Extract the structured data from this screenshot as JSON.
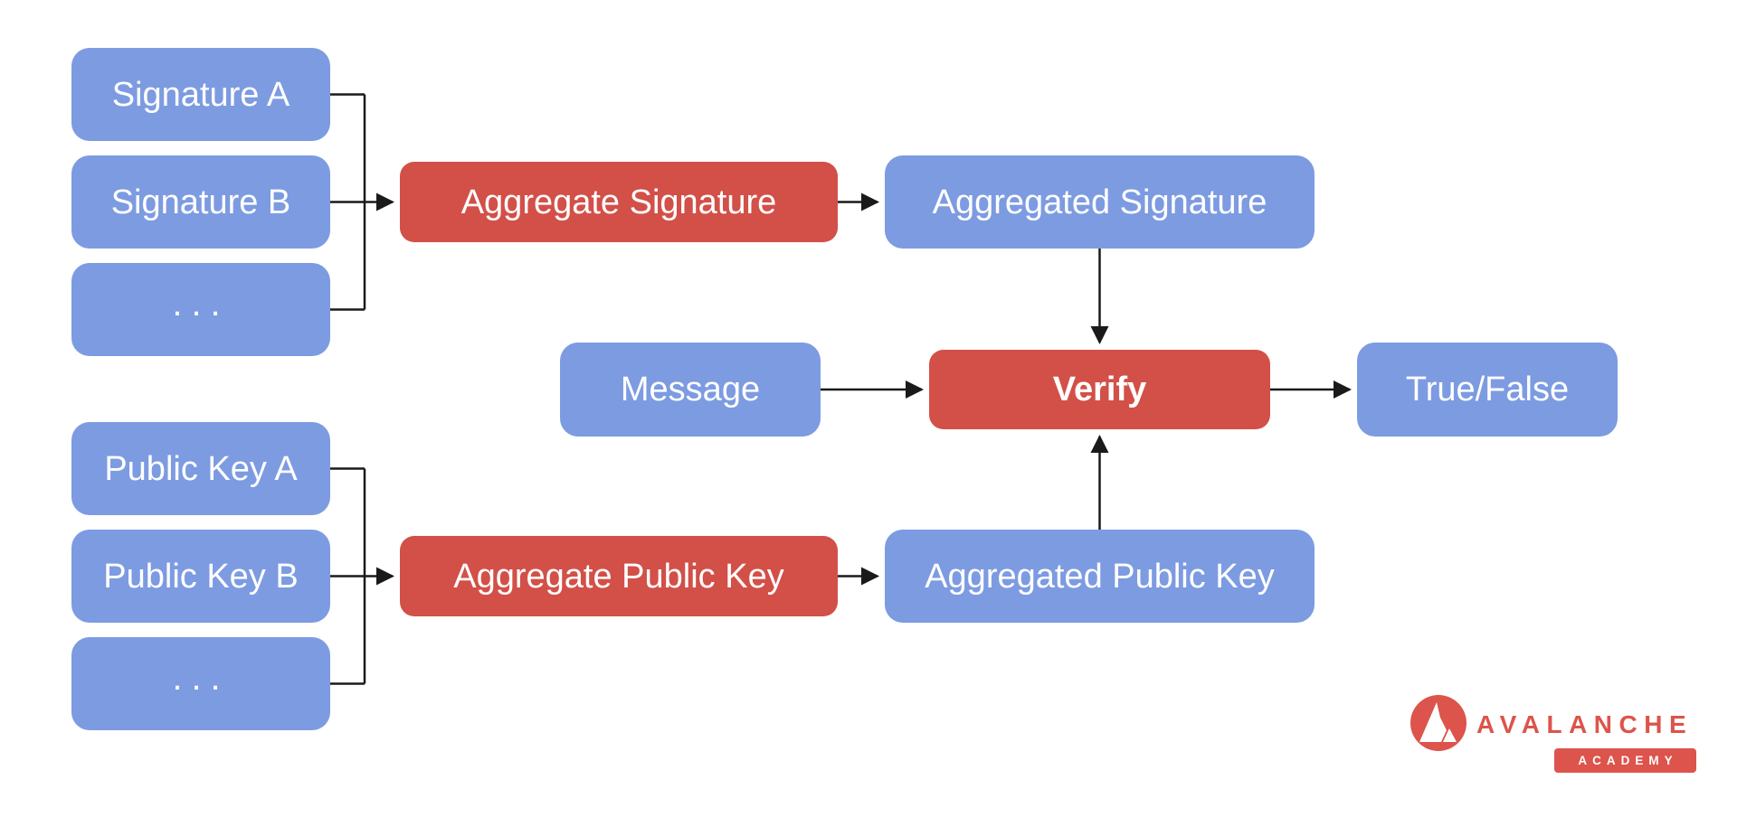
{
  "colors": {
    "bg": "#ffffff",
    "node-blue": "#7d9be1",
    "node-red": "#d25048",
    "node-text": "#ffffff",
    "line": "#1a1a1a",
    "brand-red": "#dc544b"
  },
  "nodes": {
    "signature_a": {
      "label": "Signature A"
    },
    "signature_b": {
      "label": "Signature B"
    },
    "signature_more": {
      "label": "..."
    },
    "aggregate_signature": {
      "label": "Aggregate Signature"
    },
    "aggregated_signature": {
      "label": "Aggregated Signature"
    },
    "message": {
      "label": "Message"
    },
    "verify": {
      "label": "Verify"
    },
    "true_false": {
      "label": "True/False"
    },
    "public_key_a": {
      "label": "Public Key A"
    },
    "public_key_b": {
      "label": "Public Key B"
    },
    "public_key_more": {
      "label": "..."
    },
    "aggregate_public_key": {
      "label": "Aggregate Public Key"
    },
    "aggregated_public_key": {
      "label": "Aggregated Public Key"
    }
  },
  "logo": {
    "brand": "AVALANCHE",
    "badge": "ACADEMY"
  }
}
